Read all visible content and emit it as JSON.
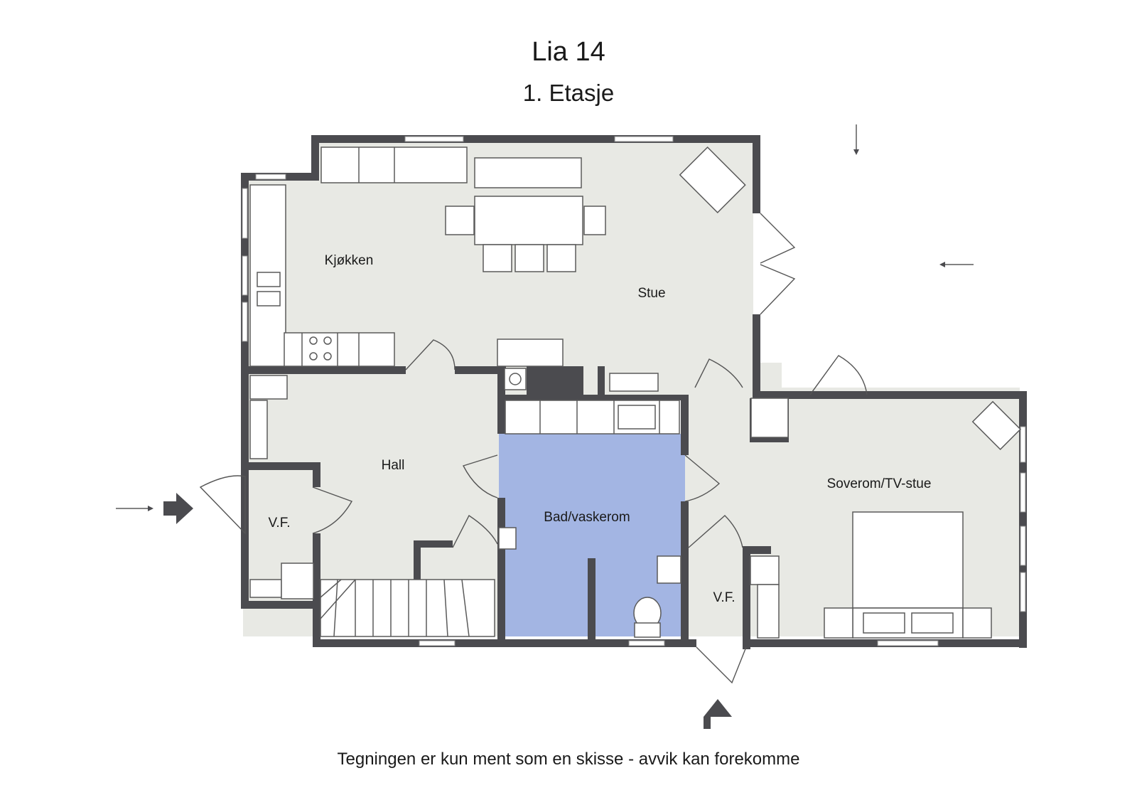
{
  "title": "Lia 14",
  "subtitle": "1. Etasje",
  "disclaimer": "Tegningen er kun ment som en skisse - avvik kan forekomme",
  "rooms": {
    "kitchen": "Kjøkken",
    "living": "Stue",
    "hall": "Hall",
    "vf_left": "V.F.",
    "bathroom": "Bad/vaskerom",
    "bedroom": "Soverom/TV-stue",
    "vf_right": "V.F."
  },
  "colors": {
    "wall": "#4b4b4f",
    "floor": "#e8e9e4",
    "bathroom_floor": "#a3b5e3"
  }
}
